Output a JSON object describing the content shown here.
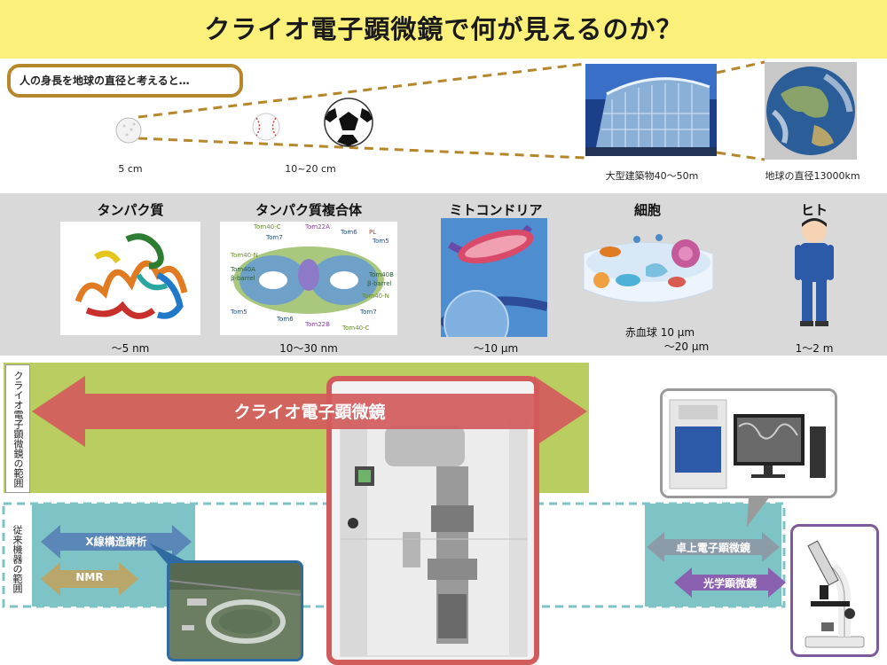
{
  "title": "クライオ電子顕微鏡で何が見えるのか？",
  "scale_note": "人の身長を地球の直径と考えると…",
  "scale_row": {
    "labels": [
      "5 cm",
      "10~20 cm",
      "大型建築物40～50m",
      "地球の直径13000km"
    ]
  },
  "categories": [
    {
      "title": "タンパク質",
      "size": "～5 nm"
    },
    {
      "title": "タンパク質複合体",
      "size": "10～30 nm"
    },
    {
      "title": "ミトコンドリア",
      "size": "～10 μm"
    },
    {
      "title": "細胞",
      "size": "～20 μm"
    },
    {
      "title": "ヒト",
      "size": "1～2 m"
    }
  ],
  "cell_note": "赤血球 10 μm",
  "complex_labels": [
    "Tom40-C",
    "Tom22A",
    "Tom6",
    "PL",
    "Tom7",
    "Tom5",
    "Tom40-N",
    "Tom40A",
    "β-barrel",
    "Tom40B",
    "β-barrel",
    "Tom40-N",
    "Tom5",
    "Tom6",
    "Tom22B",
    "Tom7",
    "Tom40-C"
  ],
  "ranges": {
    "cryo_side": "クライオ電子顕微鏡の範囲",
    "conv_side": "従来機器の範囲",
    "cryo_arrow": "クライオ電子顕微鏡",
    "xray": "X線構造解析",
    "nmr": "NMR",
    "desktop_em": "卓上電子顕微鏡",
    "light_microscope": "光学顕微鏡"
  },
  "colors": {
    "title_bg": "#fbf17a",
    "cryo_red": "#d25b5c",
    "green_zone": "#b9cd61",
    "teal": "#7ec4c6",
    "xray_blue": "#5b86b8",
    "nmr_tan": "#b8a66a",
    "desktop_gray": "#8c9ba8",
    "light_purple": "#8a61b0"
  }
}
